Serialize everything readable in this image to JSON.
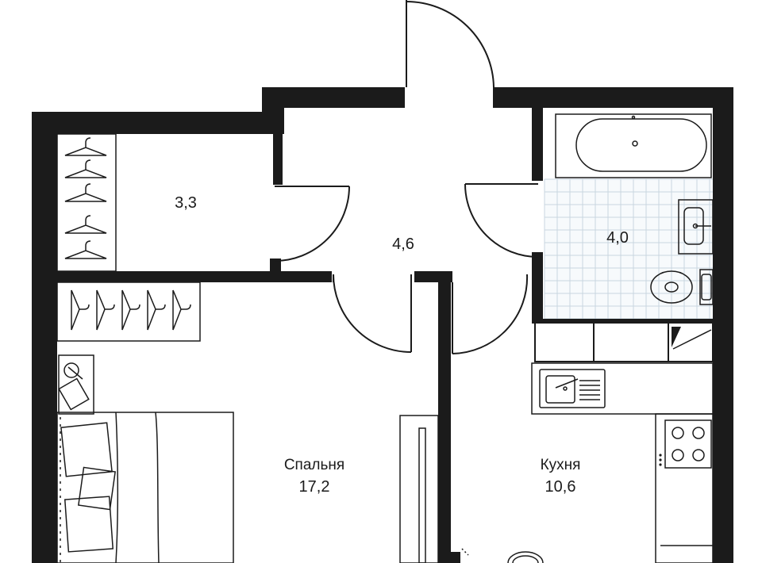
{
  "rooms": {
    "wardrobe": {
      "area": "3,3"
    },
    "hallway": {
      "area": "4,6"
    },
    "bathroom": {
      "area": "4,0"
    },
    "bedroom": {
      "label": "Спальня",
      "area": "17,2"
    },
    "kitchen": {
      "label": "Кухня",
      "area": "10,6"
    }
  },
  "colors": {
    "wall": "#1b1b1b",
    "background": "#ffffff",
    "tile_grid": "#c9d6e0"
  }
}
